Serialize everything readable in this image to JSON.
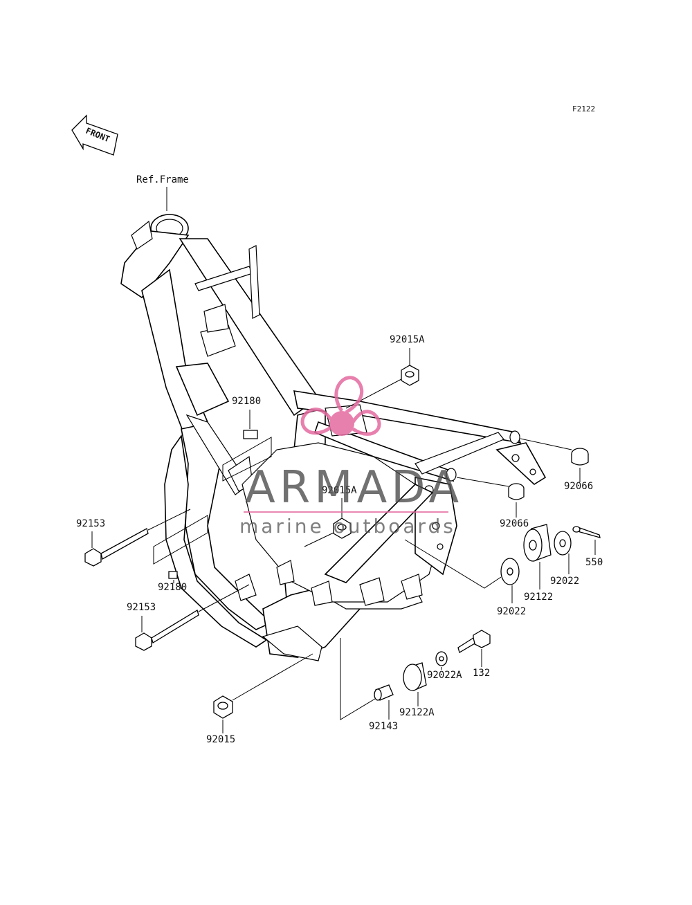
{
  "figure_code": "F2122",
  "direction_label": "FRONT",
  "ref_label": "Ref.Frame",
  "parts": {
    "p92015A_top": "92015A",
    "p92015A_mid": "92015A",
    "p92180_top": "92180",
    "p92180_bot": "92180",
    "p92153_top": "92153",
    "p92153_bot": "92153",
    "p92066_right": "92066",
    "p92066_mid": "92066",
    "p550": "550",
    "p92022_right": "92022",
    "p92122": "92122",
    "p92022_left": "92022",
    "p132": "132",
    "p92022A": "92022A",
    "p92122A": "92122A",
    "p92143": "92143",
    "p92015": "92015"
  },
  "watermark": {
    "brand": "ARMADA",
    "tagline": "marine outboards",
    "color": "#e46aa0"
  }
}
